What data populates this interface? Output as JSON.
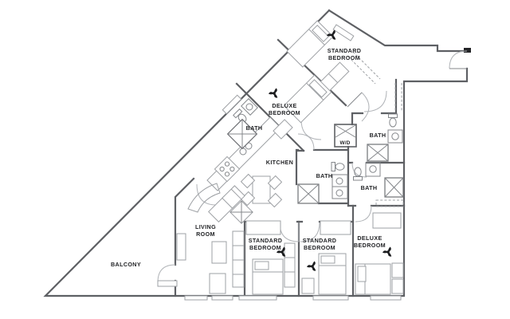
{
  "plan": {
    "type": "apartment-floor-plan",
    "rooms": {
      "standard_bedroom_top": {
        "line1": "STANDARD",
        "line2": "BEDROOM"
      },
      "deluxe_bedroom_top": {
        "line1": "DELUXE",
        "line2": "BEDROOM"
      },
      "standard_bedroom_left": {
        "line1": "STANDARD",
        "line2": "BEDROOM"
      },
      "standard_bedroom_middle": {
        "line1": "STANDARD",
        "line2": "BEDROOM"
      },
      "deluxe_bedroom_right": {
        "line1": "DELUXE",
        "line2": "BEDROOM"
      },
      "living_room": {
        "line1": "LIVING",
        "line2": "ROOM"
      },
      "kitchen": {
        "label": "KITCHEN"
      },
      "balcony": {
        "label": "BALCONY"
      },
      "bath_upper_left": {
        "label": "BATH"
      },
      "bath_right": {
        "label": "BATH"
      },
      "bath_center": {
        "label": "BATH"
      },
      "bath_lower_right": {
        "label": "BATH"
      },
      "laundry_closet": {
        "label": "W/D"
      }
    },
    "colors": {
      "background": "#ffffff",
      "wall": "#5e6064",
      "furniture_line": "#9da0a4",
      "fixture_line": "#84878b",
      "label_text": "#232427",
      "fan_icon": "#1c1d1f"
    }
  }
}
